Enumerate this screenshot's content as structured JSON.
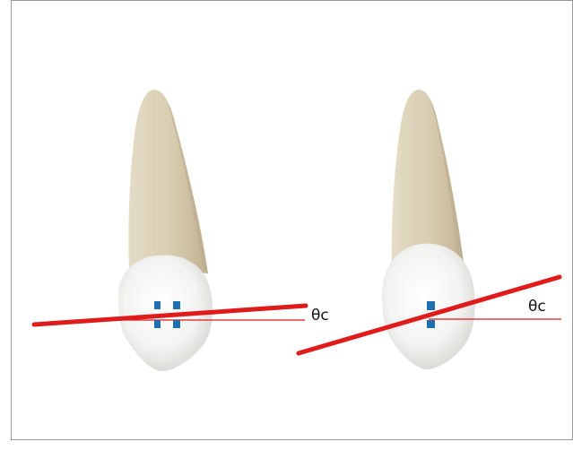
{
  "figure": {
    "panels": [
      {
        "id": "left",
        "angle_label": "θc",
        "bracket_type": "twin",
        "reference_line": "horizontal",
        "tooth": "canine"
      },
      {
        "id": "right",
        "angle_label": "θc",
        "bracket_type": "single",
        "reference_line": "horizontal",
        "tooth": "canine"
      }
    ],
    "colors": {
      "frame": "#9a9a9a",
      "root": "#ddd3bb",
      "root_shadow": "#c4b89a",
      "crown": "#f2f2f0",
      "crown_shadow": "#d6d6d3",
      "bracket": "#1f6fb3",
      "angle_line": "#e01b1b"
    }
  }
}
